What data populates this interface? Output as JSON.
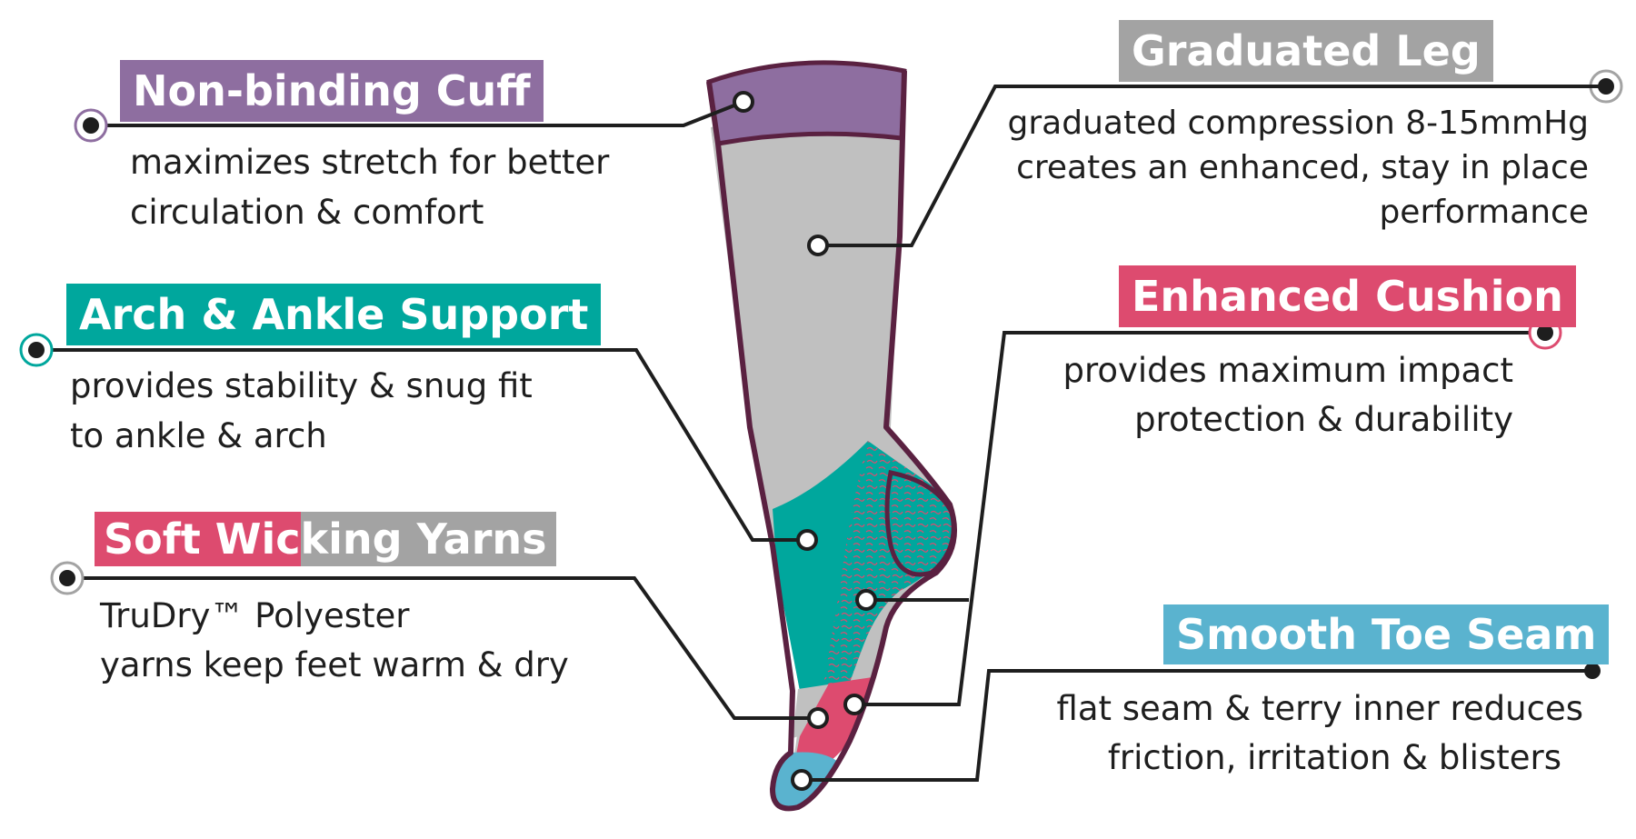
{
  "colors": {
    "cuff": "#8e6ea0",
    "leg": "#c0c0c0",
    "teal": "#00a79d",
    "pink": "#dd4b6f",
    "blue": "#5ab3cf",
    "gray_title": "#a3a3a3",
    "outline": "#5a2141"
  },
  "features": {
    "cuff": {
      "title": "Non-binding Cuff",
      "lines": [
        "maximizes stretch for better",
        "circulation & comfort"
      ]
    },
    "leg": {
      "title": "Graduated Leg",
      "lines": [
        "graduated compression 8-15mmHg",
        "creates an enhanced, stay in place",
        "performance"
      ]
    },
    "arch": {
      "title": "Arch & Ankle Support",
      "lines": [
        "provides stability & snug fit",
        "to ankle & arch"
      ]
    },
    "cushion": {
      "title": "Enhanced Cushion",
      "lines": [
        "provides maximum impact",
        "protection & durability"
      ]
    },
    "wicking": {
      "title_part1": "Soft Wic",
      "title_part2": "king Yarns",
      "lines": [
        "TruDry™ Polyester",
        "yarns keep feet warm & dry"
      ]
    },
    "toe": {
      "title": "Smooth Toe Seam",
      "lines": [
        "flat seam & terry inner reduces",
        "friction, irritation & blisters"
      ]
    }
  }
}
